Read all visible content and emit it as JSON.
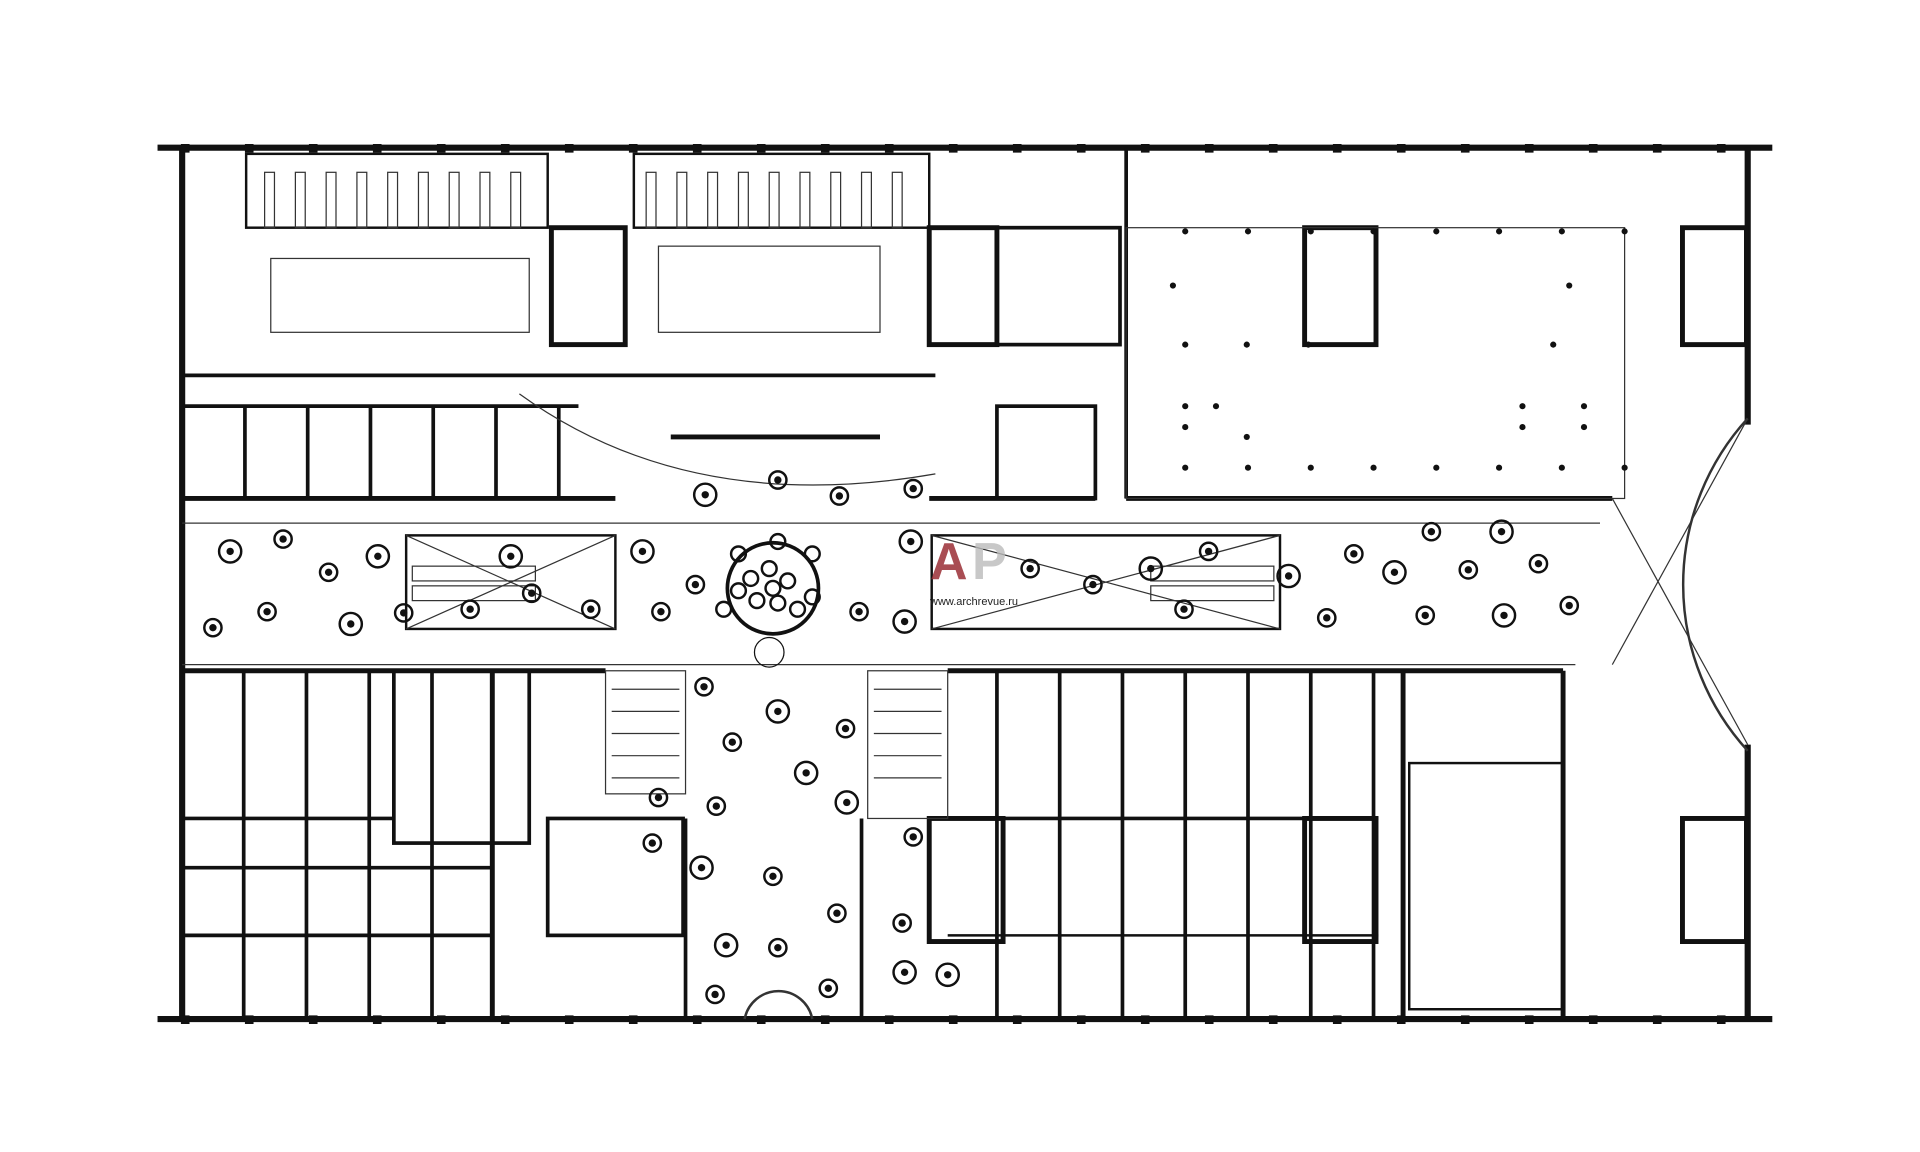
{
  "watermark": {
    "logo": "AP",
    "logo_a": "A",
    "logo_p": "P",
    "url": "www.archrevue.ru"
  },
  "colors": {
    "wall": "#111111",
    "line": "#333333",
    "logo_red": "#9b2f36",
    "logo_grey": "#bbbbbb"
  }
}
